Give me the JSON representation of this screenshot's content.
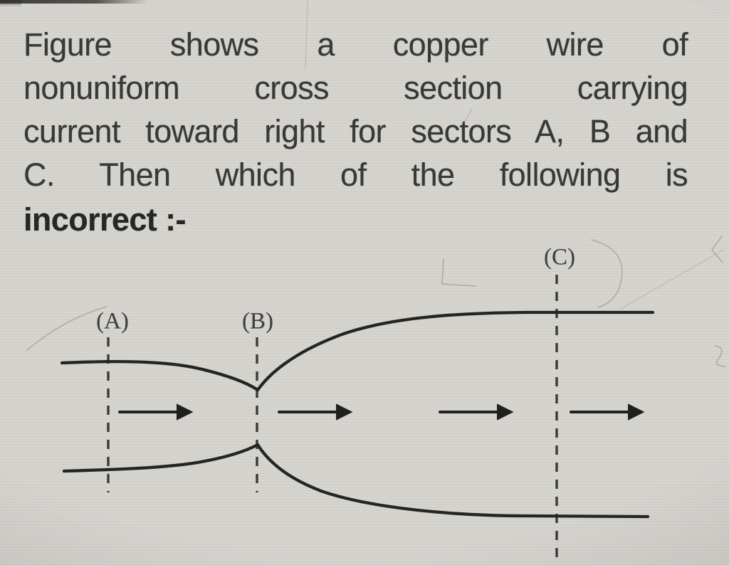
{
  "question": {
    "lines": [
      "Figure shows a copper wire of",
      "nonuniform cross section carrying",
      "current toward right for sectors A, B and",
      "C. Then which of the following is"
    ],
    "emphasis": "incorrect :-"
  },
  "figure": {
    "labels": [
      {
        "id": "A",
        "text": "(A)"
      },
      {
        "id": "B",
        "text": "(B)"
      },
      {
        "id": "C",
        "text": "(C)"
      }
    ],
    "current_direction": "right",
    "arrow_count": 4
  },
  "colors": {
    "background": "#d7d5d0",
    "wire_ink": "#232321",
    "dashed_line": "#3a3a38",
    "text": "#383836",
    "label": "#3f3f3d"
  }
}
